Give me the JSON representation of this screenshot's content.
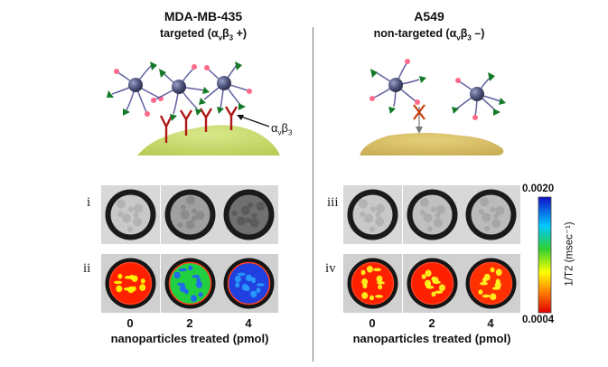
{
  "panels": {
    "left": {
      "cell_line": "MDA-MB-435",
      "condition_prefix": "targeted (",
      "condition_suffix": " +)",
      "receptor_alpha": "α",
      "receptor_v": "v",
      "receptor_beta": "β",
      "receptor_3": "3",
      "receptor_label_alpha": "α",
      "receptor_label_v": "v",
      "receptor_label_beta": "β",
      "receptor_label_3": "3",
      "rows": [
        "i",
        "ii"
      ]
    },
    "right": {
      "cell_line": "A549",
      "condition_prefix": "non-targeted (",
      "condition_suffix": " –)",
      "receptor_alpha": "α",
      "receptor_v": "v",
      "receptor_beta": "β",
      "receptor_3": "3",
      "rows": [
        "iii",
        "iv"
      ]
    }
  },
  "doses": [
    "0",
    "2",
    "4"
  ],
  "x_label": "nanoparticles treated (pmol)",
  "colorbar": {
    "max": "0.0020",
    "min": "0.0004",
    "unit": "1/T2 (msec⁻¹)",
    "colors": [
      "#1010c8",
      "#00c8ff",
      "#30d030",
      "#ffff00",
      "#ff8000",
      "#e00000"
    ]
  },
  "mri": {
    "gray_left_levels": [
      0.0,
      0.25,
      0.55
    ],
    "gray_right_levels": [
      0.0,
      0.05,
      0.08
    ],
    "color_left": [
      {
        "fill": "#ff2000",
        "spots": "#ffff00"
      },
      {
        "fill": "#20d040",
        "spots": "#2060ff"
      },
      {
        "fill": "#2040e0",
        "spots": "#2aa0ff"
      }
    ],
    "color_right": [
      {
        "fill": "#ff2000",
        "spots": "#ffff20"
      },
      {
        "fill": "#ff2000",
        "spots": "#ffff20"
      },
      {
        "fill": "#ff3000",
        "spots": "#ffff20"
      }
    ]
  }
}
